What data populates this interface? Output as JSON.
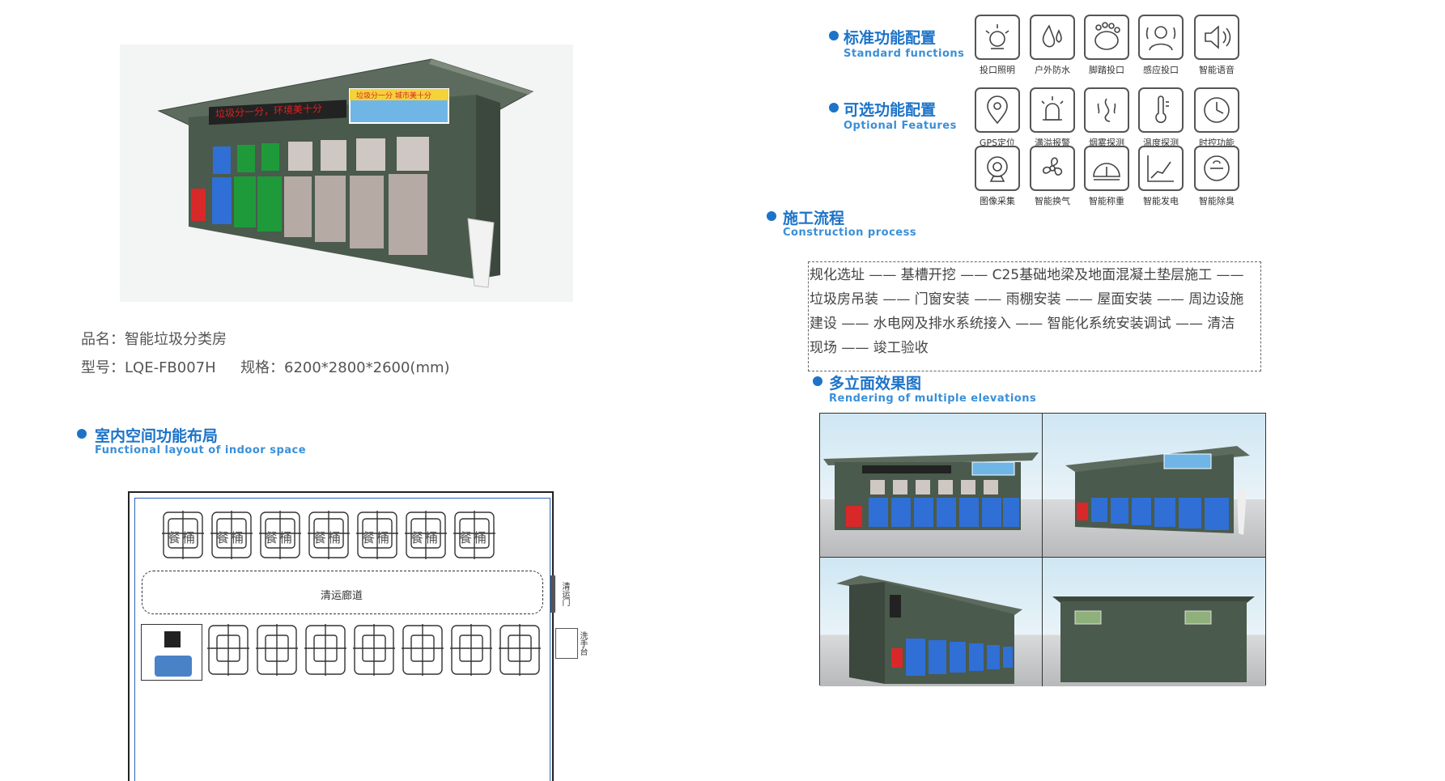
{
  "product": {
    "name_line": "品名：智能垃圾分类房",
    "model_line": "型号：LQE-FB007H",
    "spec_line": "规格：6200*2800*2600(mm)",
    "sign_text": "垃圾分一分，环境美十分",
    "banner_text": "垃圾分一分 城市美十分"
  },
  "standard": {
    "title": "标准功能配置",
    "subtitle": "Standard functions",
    "items": [
      {
        "label": "投口照明",
        "icon": "light-icon"
      },
      {
        "label": "户外防水",
        "icon": "waterproof-icon"
      },
      {
        "label": "脚踏投口",
        "icon": "foot-pedal-icon"
      },
      {
        "label": "感应投口",
        "icon": "sensor-icon"
      },
      {
        "label": "智能语音",
        "icon": "speaker-icon"
      }
    ]
  },
  "optional": {
    "title": "可选功能配置",
    "subtitle": "Optional Features",
    "items": [
      {
        "label": "GPS定位",
        "icon": "gps-icon"
      },
      {
        "label": "满溢报警",
        "icon": "overflow-alarm-icon"
      },
      {
        "label": "烟雾探测",
        "icon": "smoke-icon"
      },
      {
        "label": "温度探测",
        "icon": "thermometer-icon"
      },
      {
        "label": "时控功能",
        "icon": "clock-icon"
      },
      {
        "label": "图像采集",
        "icon": "camera-icon"
      },
      {
        "label": "智能换气",
        "icon": "fan-icon"
      },
      {
        "label": "智能称重",
        "icon": "scale-icon"
      },
      {
        "label": "智能发电",
        "icon": "solar-chart-icon"
      },
      {
        "label": "智能除臭",
        "icon": "deodorize-icon"
      }
    ]
  },
  "construction": {
    "title": "施工流程",
    "subtitle": "Construction process",
    "lines": [
      "规化选址 —— 基槽开挖 —— C25基础地梁及地面混凝土垫层施工 ——",
      "垃圾房吊装 —— 门窗安装 —— 雨棚安装 —— 屋面安装 —— 周边设施",
      "建设 —— 水电网及排水系统接入 —— 智能化系统安装调试 —— 清洁",
      "现场 —— 竣工验收"
    ]
  },
  "elevations": {
    "title": "多立面效果图",
    "subtitle": "Rendering of multiple elevations"
  },
  "layout_plan": {
    "title": "室内空间功能布局",
    "subtitle": "Functional layout of indoor space",
    "corridor_label": "清运廊道",
    "door_label": "清运门",
    "sink_label": "洗手台",
    "bin_label": "餐桶"
  },
  "colors": {
    "accent": "#1d73c8",
    "house_green": "#4a5a4c",
    "bin_blue": "#2f6fd6",
    "bin_green": "#1f9a3a",
    "bin_gray": "#b6aaa4",
    "bin_red": "#d8282a"
  }
}
